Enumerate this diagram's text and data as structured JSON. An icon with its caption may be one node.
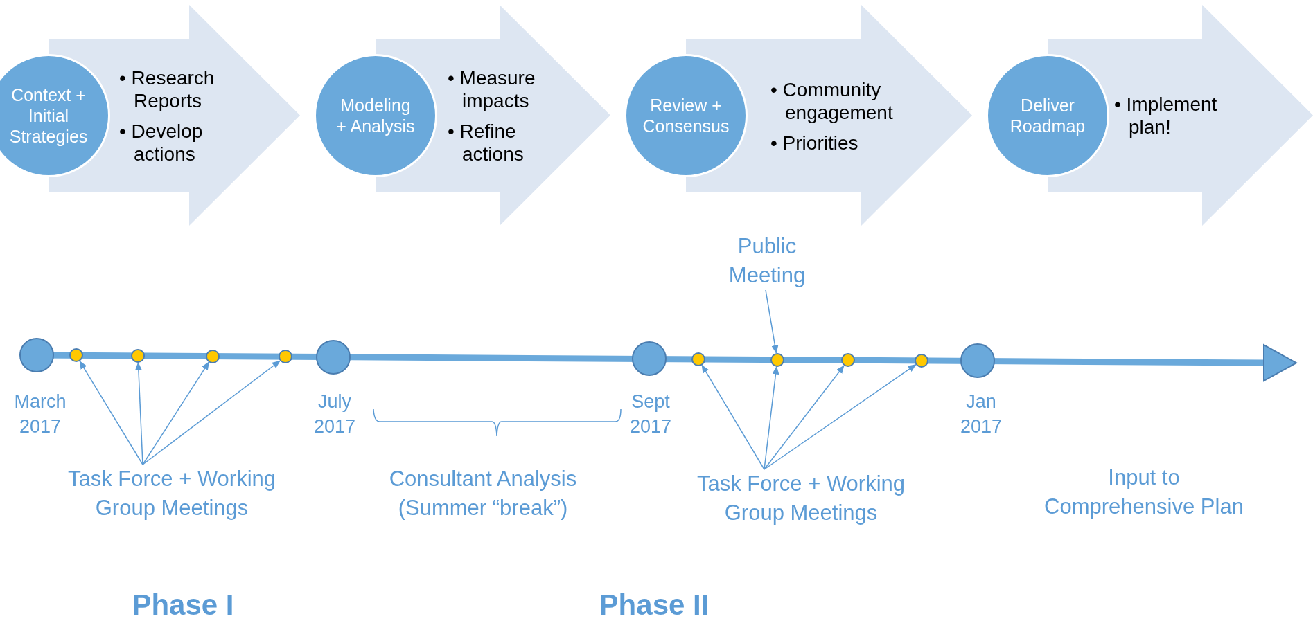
{
  "diagram": {
    "nodes": [
      {
        "text": [
          "Context + Initial Strategies"
        ]
      },
      {
        "text": [
          "• Research Reports",
          "• Develop actions"
        ]
      },
      {
        "text": [
          "Modeling + Analysis"
        ]
      },
      {
        "text": [
          "• Measure impacts",
          "• Refine actions"
        ]
      },
      {
        "text": [
          "Review + Consensus"
        ]
      },
      {
        "text": [
          "• Community engagement",
          "• Priorities"
        ]
      },
      {
        "text": [
          "Deliver Roadmap"
        ]
      },
      {
        "text": [
          "• Implement plan!"
        ]
      },
      {
        "text": [
          "Public Meeting"
        ]
      },
      {
        "text": [],
        "shape": "circle",
        "beside": [
          "March 2017"
        ]
      },
      {
        "text": [],
        "shape": "circle"
      },
      {
        "text": [],
        "shape": "circle"
      },
      {
        "text": [],
        "shape": "circle"
      },
      {
        "text": [],
        "shape": "circle"
      },
      {
        "text": [],
        "shape": "circle",
        "beside": [
          "July 2017"
        ]
      },
      {
        "text": [],
        "shape": "circle",
        "beside": [
          "Sept 2017"
        ]
      },
      {
        "text": [],
        "shape": "circle"
      },
      {
        "text": [],
        "shape": "circle"
      },
      {
        "text": [],
        "shape": "circle"
      },
      {
        "text": [],
        "shape": "circle"
      },
      {
        "text": [],
        "shape": "circle",
        "beside": [
          "Jan 2017"
        ]
      },
      {
        "text": [
          "Task Force + Working Group Meetings"
        ]
      },
      {
        "text": [
          "Task Force + Working Group Meetings"
        ]
      }
    ],
    "edges": [
      {
        "from": 0,
        "to": 2,
        "arrow": "to"
      },
      {
        "from": 2,
        "to": 4,
        "arrow": "to"
      },
      {
        "from": 4,
        "to": 6,
        "arrow": "to"
      },
      {
        "from": 6,
        "to": null,
        "arrow": "to"
      },
      {
        "from": 21,
        "to": 10,
        "arrow": "to"
      },
      {
        "from": 21,
        "to": 11,
        "arrow": "to"
      },
      {
        "from": 21,
        "to": 12,
        "arrow": "to"
      },
      {
        "from": 21,
        "to": 13,
        "arrow": "to"
      },
      {
        "from": 8,
        "to": 17,
        "arrow": "to"
      },
      {
        "from": 22,
        "to": 16,
        "arrow": "to"
      },
      {
        "from": 22,
        "to": 17,
        "arrow": "to"
      },
      {
        "from": 22,
        "to": 18,
        "arrow": "to"
      },
      {
        "from": 22,
        "to": 19,
        "arrow": "to"
      }
    ],
    "labels": [
      "Consultant Analysis (Summer “break”)",
      "Input to Comprehensive Plan",
      "Phase I",
      "Phase II"
    ]
  }
}
